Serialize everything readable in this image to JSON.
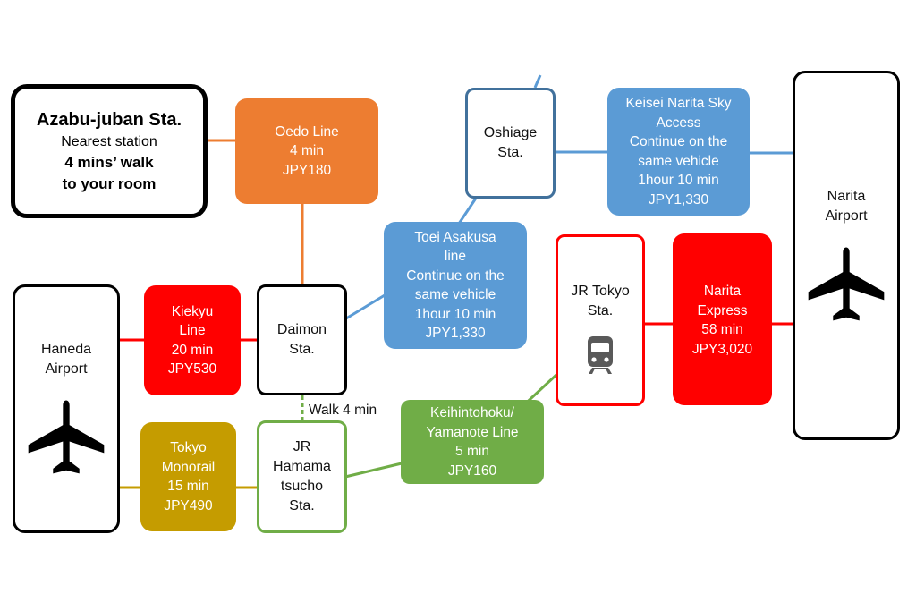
{
  "azabu": {
    "title": "Azabu-juban Sta.",
    "line1": "Nearest station",
    "line2": "4 mins’ walk",
    "line3": "to your room"
  },
  "oedo": {
    "name": "Oedo Line",
    "time": "4 min",
    "fare": "JPY180"
  },
  "daimon": {
    "line1": "Daimon",
    "line2": "Sta."
  },
  "kiekyu": {
    "line1": "Kiekyu",
    "line2": "Line",
    "time": "20 min",
    "fare": "JPY530"
  },
  "haneda": {
    "line1": "Haneda",
    "line2": "Airport"
  },
  "walk": {
    "label": "Walk 4 min"
  },
  "monorail": {
    "line1": "Tokyo",
    "line2": "Monorail",
    "time": "15 min",
    "fare": "JPY490"
  },
  "hamamatsucho": {
    "line1": "JR",
    "line2": "Hamama",
    "line3": "tsucho",
    "line4": "Sta."
  },
  "keihin": {
    "line1": "Keihintohoku/",
    "line2": "Yamanote Line",
    "time": "5 min",
    "fare": "JPY160"
  },
  "asakusa": {
    "line1": "Toei Asakusa",
    "line2": "line",
    "line3": "Continue on the",
    "line4": "same vehicle",
    "time": "1hour 10 min",
    "fare": "JPY1,330"
  },
  "oshiage": {
    "line1": "Oshiage",
    "line2": "Sta."
  },
  "keisei": {
    "line1": "Keisei Narita Sky",
    "line2": "Access",
    "line3": "Continue on the",
    "line4": "same vehicle",
    "time": "1hour 10 min",
    "fare": "JPY1,330"
  },
  "tokyo": {
    "line1": "JR Tokyo",
    "line2": "Sta."
  },
  "nex": {
    "line1": "Narita",
    "line2": "Express",
    "time": "58 min",
    "fare": "JPY3,020"
  },
  "narita": {
    "line1": "Narita",
    "line2": "Airport"
  },
  "colors": {
    "orange": "#ed7d31",
    "blue": "#5b9bd5",
    "red": "#ff0000",
    "gold": "#c59c00",
    "green": "#70ad47",
    "dark_blue": "#41719c"
  },
  "icons": {
    "airport": "airplane-icon",
    "station": "train-icon"
  }
}
